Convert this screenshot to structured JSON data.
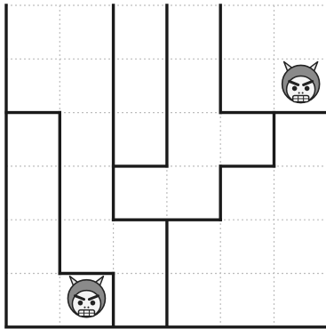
{
  "puzzle": {
    "grid": {
      "rows": 6,
      "cols": 6
    },
    "colors": {
      "background": "#ffffff",
      "grid_line": "#bdbdbd",
      "wall": "#1a1a1a",
      "oni_face": "#f4f4f4",
      "oni_hair": "#8a8a8a",
      "oni_horn": "#e6e6e6",
      "oni_outline": "#222222"
    },
    "walls": [
      {
        "from": [
          0,
          0
        ],
        "to": [
          0,
          6
        ]
      },
      {
        "from": [
          0,
          6
        ],
        "to": [
          6,
          6
        ]
      },
      {
        "from": [
          2,
          0
        ],
        "to": [
          2,
          4
        ]
      },
      {
        "from": [
          3,
          0
        ],
        "to": [
          3,
          3
        ]
      },
      {
        "from": [
          4,
          0
        ],
        "to": [
          4,
          2
        ]
      },
      {
        "from": [
          0,
          2
        ],
        "to": [
          1,
          2
        ]
      },
      {
        "from": [
          1,
          2
        ],
        "to": [
          1,
          5
        ]
      },
      {
        "from": [
          1,
          5
        ],
        "to": [
          2,
          5
        ]
      },
      {
        "from": [
          2,
          5
        ],
        "to": [
          2,
          6
        ]
      },
      {
        "from": [
          4,
          2
        ],
        "to": [
          6,
          2
        ]
      },
      {
        "from": [
          5,
          2
        ],
        "to": [
          5,
          3
        ]
      },
      {
        "from": [
          4,
          3
        ],
        "to": [
          5,
          3
        ]
      },
      {
        "from": [
          4,
          3
        ],
        "to": [
          4,
          4
        ]
      },
      {
        "from": [
          2,
          3
        ],
        "to": [
          3,
          3
        ]
      },
      {
        "from": [
          2,
          4
        ],
        "to": [
          4,
          4
        ]
      },
      {
        "from": [
          3,
          4
        ],
        "to": [
          3,
          6
        ]
      }
    ],
    "pieces": [
      {
        "name": "oni-icon",
        "row": 1,
        "col": 5
      },
      {
        "name": "oni-icon",
        "row": 5,
        "col": 1
      }
    ]
  }
}
